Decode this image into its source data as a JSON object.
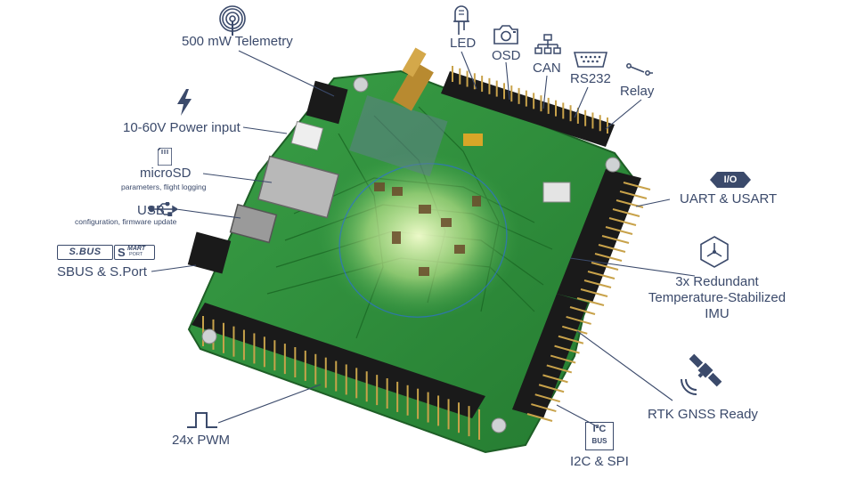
{
  "features": {
    "telemetry": "500 mW Telemetry",
    "power": "10-60V Power input",
    "microsd": "microSD",
    "microsd_sub": "parameters, flight logging",
    "usb": "USB",
    "usb_sub": "configuration, firmware update",
    "sbus": "SBUS & S.Port",
    "pwm": "24x PWM",
    "led": "LED",
    "osd": "OSD",
    "can": "CAN",
    "rs232": "RS232",
    "relay": "Relay",
    "uart": "UART & USART",
    "imu_line1": "3x Redundant",
    "imu_line2": "Temperature-Stabilized",
    "imu_line3": "IMU",
    "rtk": "RTK GNSS Ready",
    "i2c": "I2C & SPI"
  },
  "logos": {
    "sbus": "S.BUS",
    "smart": "MART",
    "smart_sub": "PORT",
    "io": "I/O",
    "i2c_top": "I²C",
    "i2c_bottom": "BUS"
  },
  "colors": {
    "label_text": "#3b4a6b",
    "icon": "#3b4a6b",
    "pcb_green": "#2f8f3a",
    "pin_header": "#1a1a1a",
    "pin_gold": "#c8a24a"
  },
  "icons": [
    "wifi-icon",
    "lightning-icon",
    "sdcard-icon",
    "usb-icon",
    "led-icon",
    "camera-icon",
    "network-icon",
    "serial-port-icon",
    "switch-icon",
    "io-icon",
    "imu-icon",
    "satellite-icon",
    "pulse-icon",
    "i2c-icon"
  ]
}
